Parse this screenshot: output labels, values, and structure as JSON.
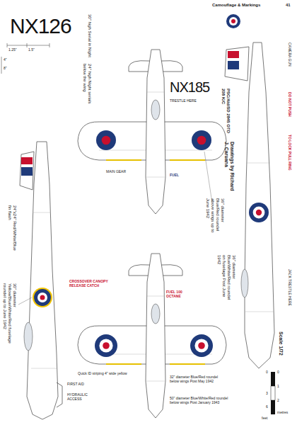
{
  "diagram": {
    "labels": [
      "Camouflage & Markings",
      "41",
      "NX126",
      "NX185",
      "1.25\"",
      "1.5\"",
      "4\"",
      "8\"",
      "30\" high Serial in Night",
      "PSC/Ald/SD 2845 OTD 208 K/C",
      "Drawings by Richard J. Caruana",
      "36\" diameter Blue/Red roundel above wings up to June 1942",
      "24\" high Night serials below the wing",
      "TRESTLE HERE",
      "MAIN GEAR",
      "30\" diameter Yellow/Blue/White/Red fuselage roundel up to June 1942",
      "24\"x24\" Red/White/Blue fin flash",
      "FIRST AID",
      "CROSSOVER CANOPY RELEASE CATCH",
      "FUEL 100 OCTANE",
      "Quick ID striping 4\" wide yellow",
      "32\" diameter Blue/Red roundel below wings Post May 1942",
      "50\" diameter Blue/White/Red roundel below wings Post January 1943",
      "Scale 1/72",
      "0",
      "1",
      "2",
      "metres",
      "0",
      "3",
      "6",
      "feet",
      "36\" diameter Blue/White/Red roundel on fuselage Post June 1942",
      "DO NOT PUSH",
      "TO LOCK PULL RING",
      "JACK TRESTLE HERE",
      "CAMERA GUN",
      "FUEL",
      "HYDRAULIC ACCESS"
    ]
  }
}
